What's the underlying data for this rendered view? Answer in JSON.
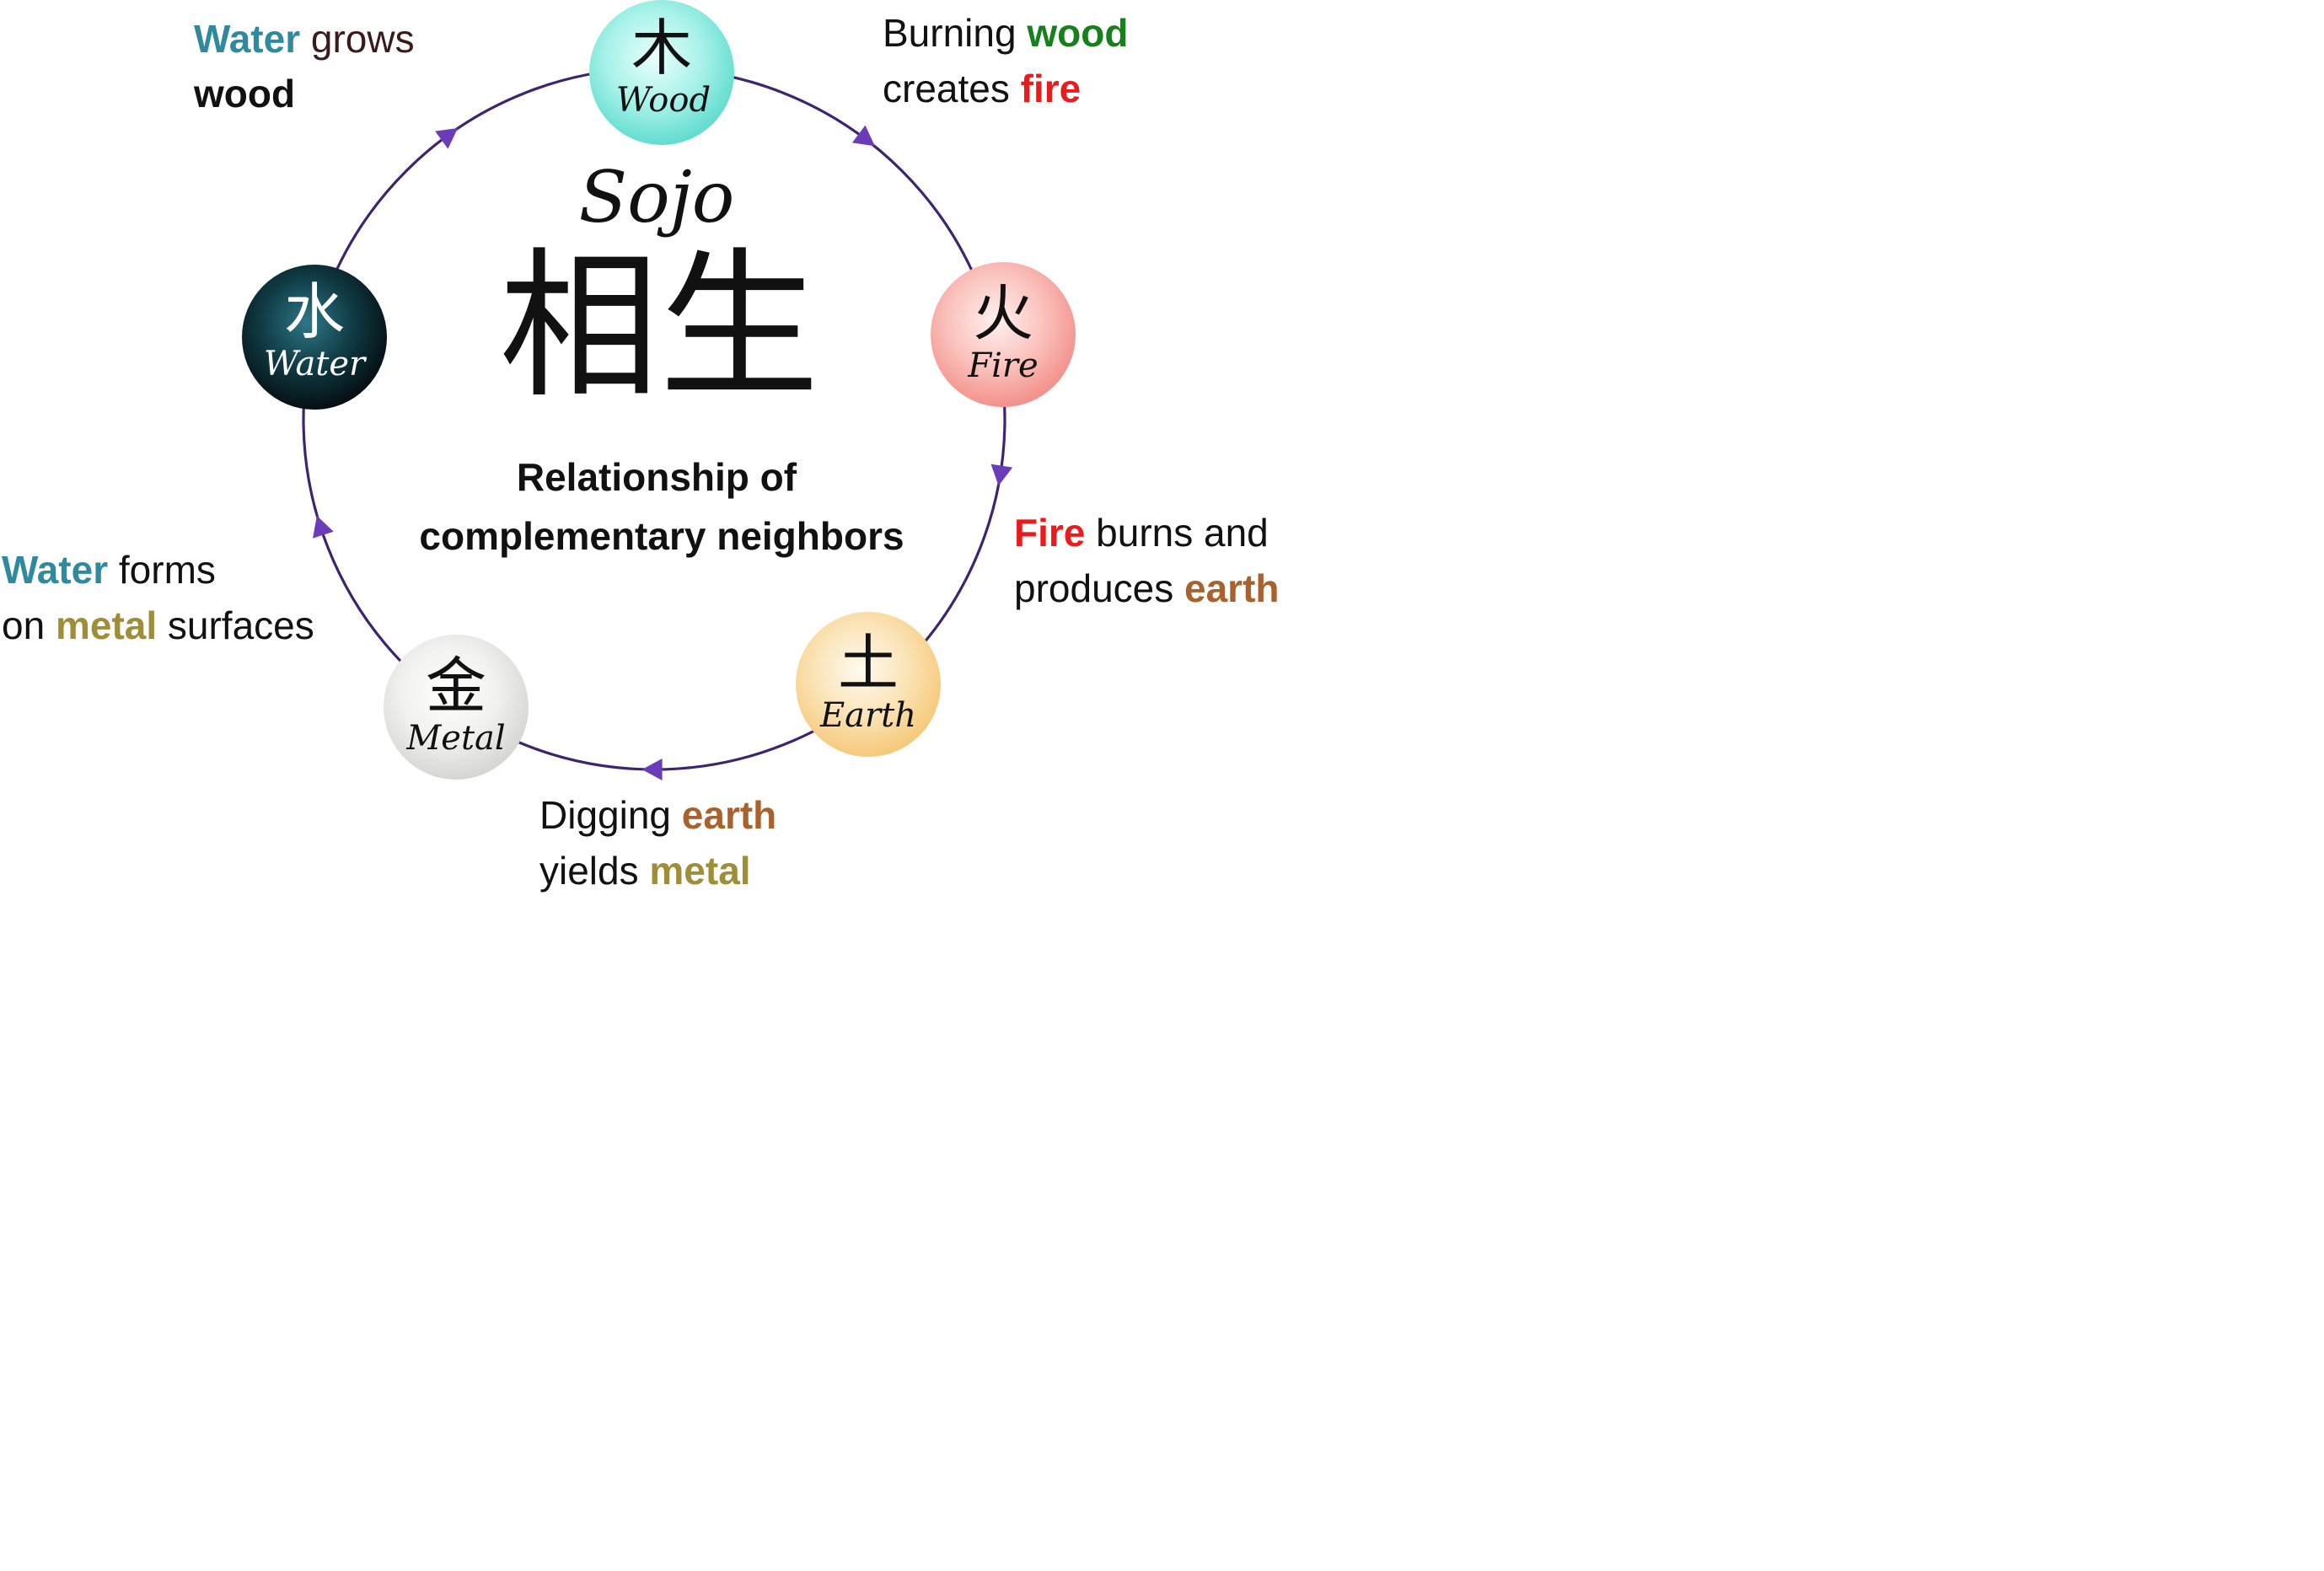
{
  "title": {
    "romaji": "Sojo",
    "kanji": "相生",
    "subtitle_line1": "Relationship of",
    "subtitle_line2": "complementary neighbors"
  },
  "elements": [
    {
      "key": "wood",
      "kanji": "木",
      "name": "Wood",
      "fill": "#7ee8dc",
      "text_color": "#111111"
    },
    {
      "key": "fire",
      "kanji": "火",
      "name": "Fire",
      "fill": "#f6a6a1",
      "text_color": "#111111"
    },
    {
      "key": "earth",
      "kanji": "土",
      "name": "Earth",
      "fill": "#f8d597",
      "text_color": "#111111"
    },
    {
      "key": "metal",
      "kanji": "金",
      "name": "Metal",
      "fill": "#e4e4e2",
      "text_color": "#111111"
    },
    {
      "key": "water",
      "kanji": "水",
      "name": "Water",
      "fill": "#0f3a44",
      "text_color": "#ffffff"
    }
  ],
  "relations": {
    "water_wood": {
      "w1": "Water",
      "w2": " grows",
      "w3": "wood"
    },
    "wood_fire": {
      "w1": "Burning ",
      "w2": "wood",
      "w3": "creates ",
      "w4": "fire"
    },
    "fire_earth": {
      "w1": "Fire",
      "w2": " burns and",
      "w3": "produces ",
      "w4": "earth"
    },
    "earth_metal": {
      "w1": "Digging ",
      "w2": "earth",
      "w3": "yields ",
      "w4": "metal"
    },
    "metal_water": {
      "w1": "Water",
      "w2": " forms",
      "w3": "on ",
      "w4": "metal",
      "w5": " surfaces"
    }
  },
  "colors": {
    "cycle": "#3d2470",
    "arrow": "#6a3cb8",
    "water": "#2f8aa0",
    "wood": "#17801c",
    "fire": "#e81c1c",
    "earth": "#a9622e",
    "metal": "#9d8e37",
    "text": "#111111",
    "grows": "#3a1a1a"
  }
}
